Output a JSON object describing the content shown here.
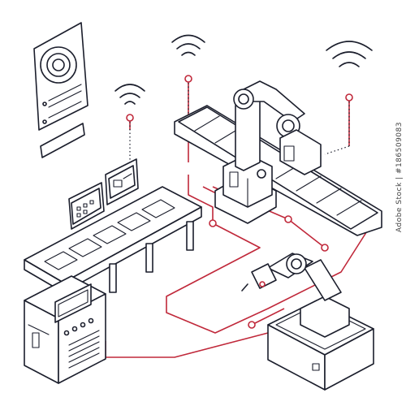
{
  "stock_id": "Adobe Stock | #186509083",
  "colors": {
    "line": "#1b1e2c",
    "network": "#c0283a",
    "background": "#ffffff"
  },
  "icons": [
    "wifi-signal",
    "document-panel",
    "monitor",
    "robot-arm",
    "conveyor-belt",
    "control-cabinet"
  ]
}
